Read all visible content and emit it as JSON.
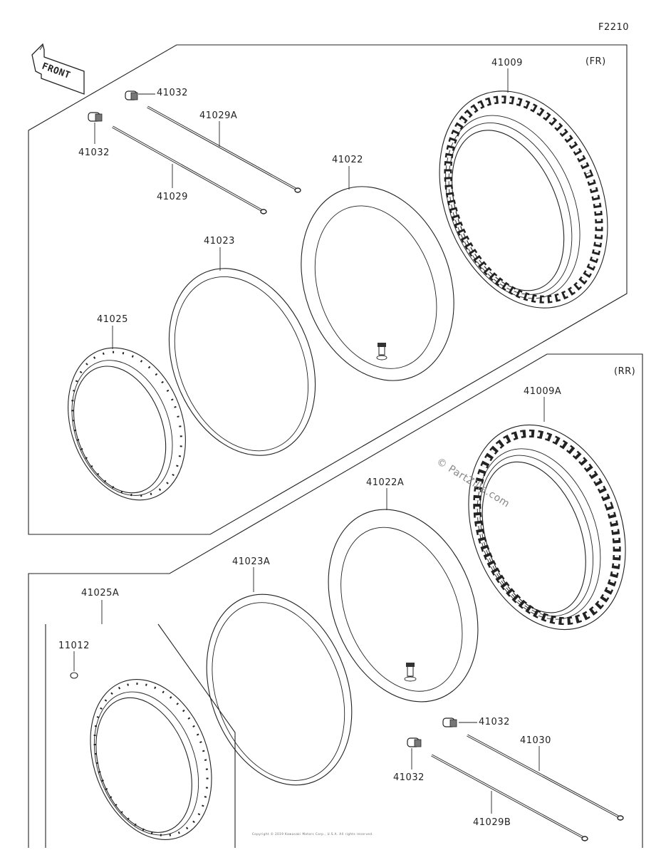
{
  "diagram_code": "F2210",
  "front_badge": "FRONT",
  "sections": {
    "front": "(FR)",
    "rear": "(RR)"
  },
  "labels": {
    "tire_fr": "41009",
    "valve_fr_a": "41032",
    "spoke_fr_a": "41029A",
    "valve_fr_b": "41032",
    "spoke_fr_b": "41029",
    "tube_fr": "41022",
    "band_fr": "41023",
    "rim_fr": "41025",
    "tire_rr": "41009A",
    "tube_rr": "41022A",
    "band_rr": "41023A",
    "rim_assy_rr": "41025A",
    "rim_plug_rr": "11012",
    "valve_rr_a": "41032",
    "spoke_rr_a": "41030",
    "valve_rr_b": "41032",
    "spoke_rr_b": "41029B"
  },
  "watermark": "© PartZilla.com",
  "copyright": "Copyright © 2019 Kawasaki Motors Corp., U.S.A. All rights reserved."
}
